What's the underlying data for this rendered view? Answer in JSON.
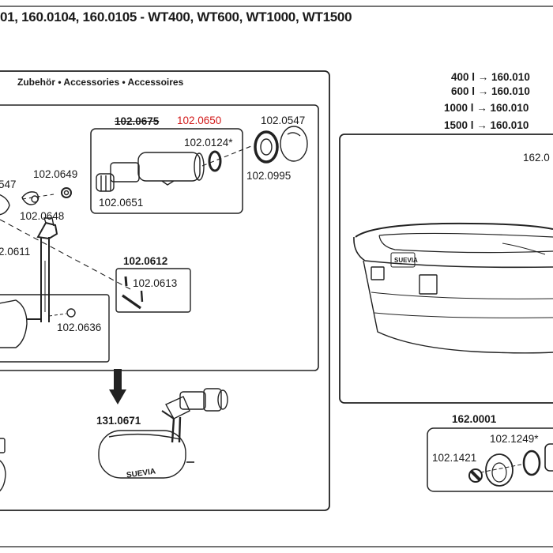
{
  "header": {
    "title": "01, 160.0104, 160.0105 - WT400, WT600, WT1000, WT1500"
  },
  "accessories": {
    "title": "Zubehör • Accessories • Accessoires"
  },
  "parts": {
    "p0675": "102.0675",
    "p0650": "102.0650",
    "p0547_top": "102.0547",
    "p0124": "102.0124*",
    "p0995": "102.0995",
    "p0547_left": "547",
    "p0649": "102.0649",
    "p0648": "102.0648",
    "p0651": "102.0651",
    "p0611": "2.0611",
    "p0612": "102.0612",
    "p0613": "102.0613",
    "p0636": "102.0636",
    "p0671": "131.0671",
    "p162_0001": "162.0001",
    "p1249": "102.1249*",
    "p1421": "102.1421",
    "p162_right": "162.0"
  },
  "volumes": [
    "400 l → 160.010",
    "600 l → 160.010",
    "1000 l → 160.010",
    "1500 l → 160.010"
  ],
  "brand": {
    "tank": "SUEVIA",
    "float": "SUEVIA"
  }
}
